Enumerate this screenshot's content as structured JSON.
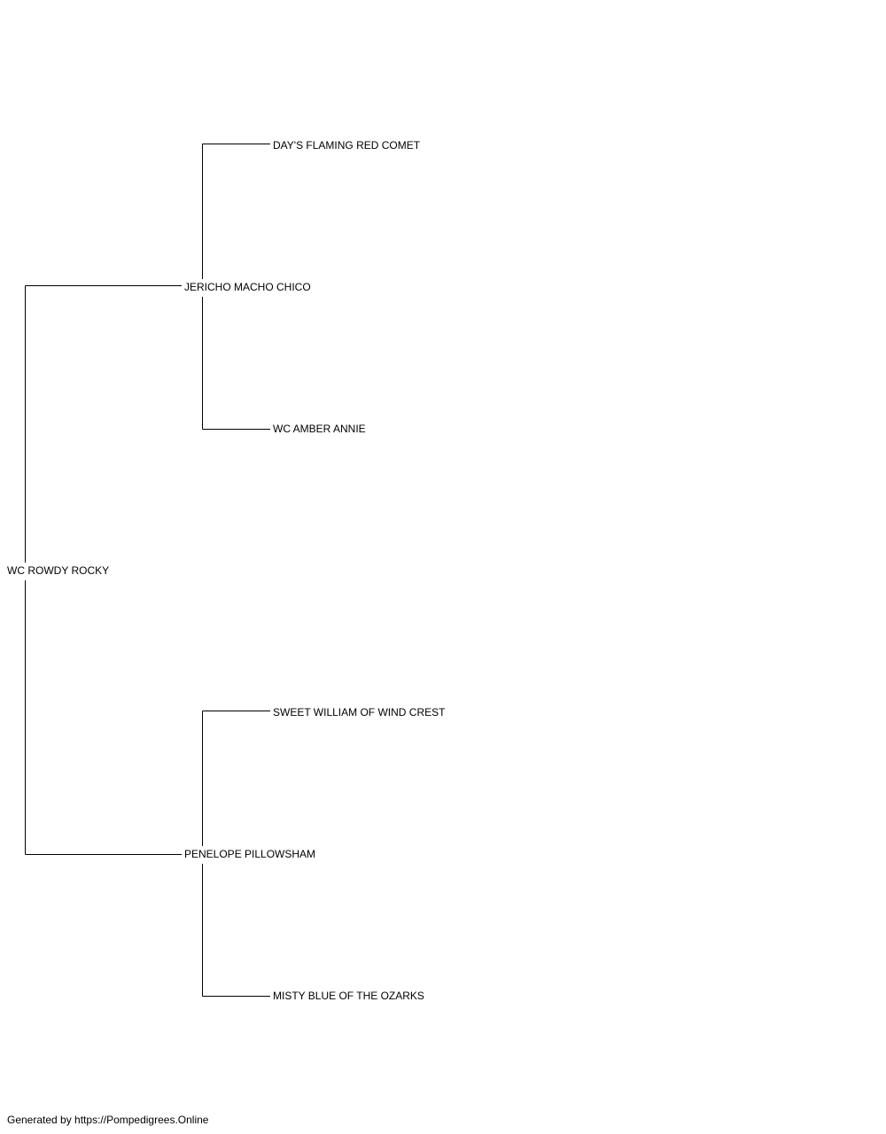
{
  "pedigree": {
    "subject": {
      "name": "WC ROWDY ROCKY"
    },
    "sire": {
      "name": "JERICHO MACHO CHICO"
    },
    "dam": {
      "name": "PENELOPE PILLOWSHAM"
    },
    "sire_sire": {
      "name": "DAY'S FLAMING RED COMET"
    },
    "sire_dam": {
      "name": "WC AMBER ANNIE"
    },
    "dam_sire": {
      "name": "SWEET WILLIAM OF WIND CREST"
    },
    "dam_dam": {
      "name": "MISTY BLUE OF THE OZARKS"
    }
  },
  "footer": {
    "text": "Generated by https://Pompedigrees.Online"
  }
}
